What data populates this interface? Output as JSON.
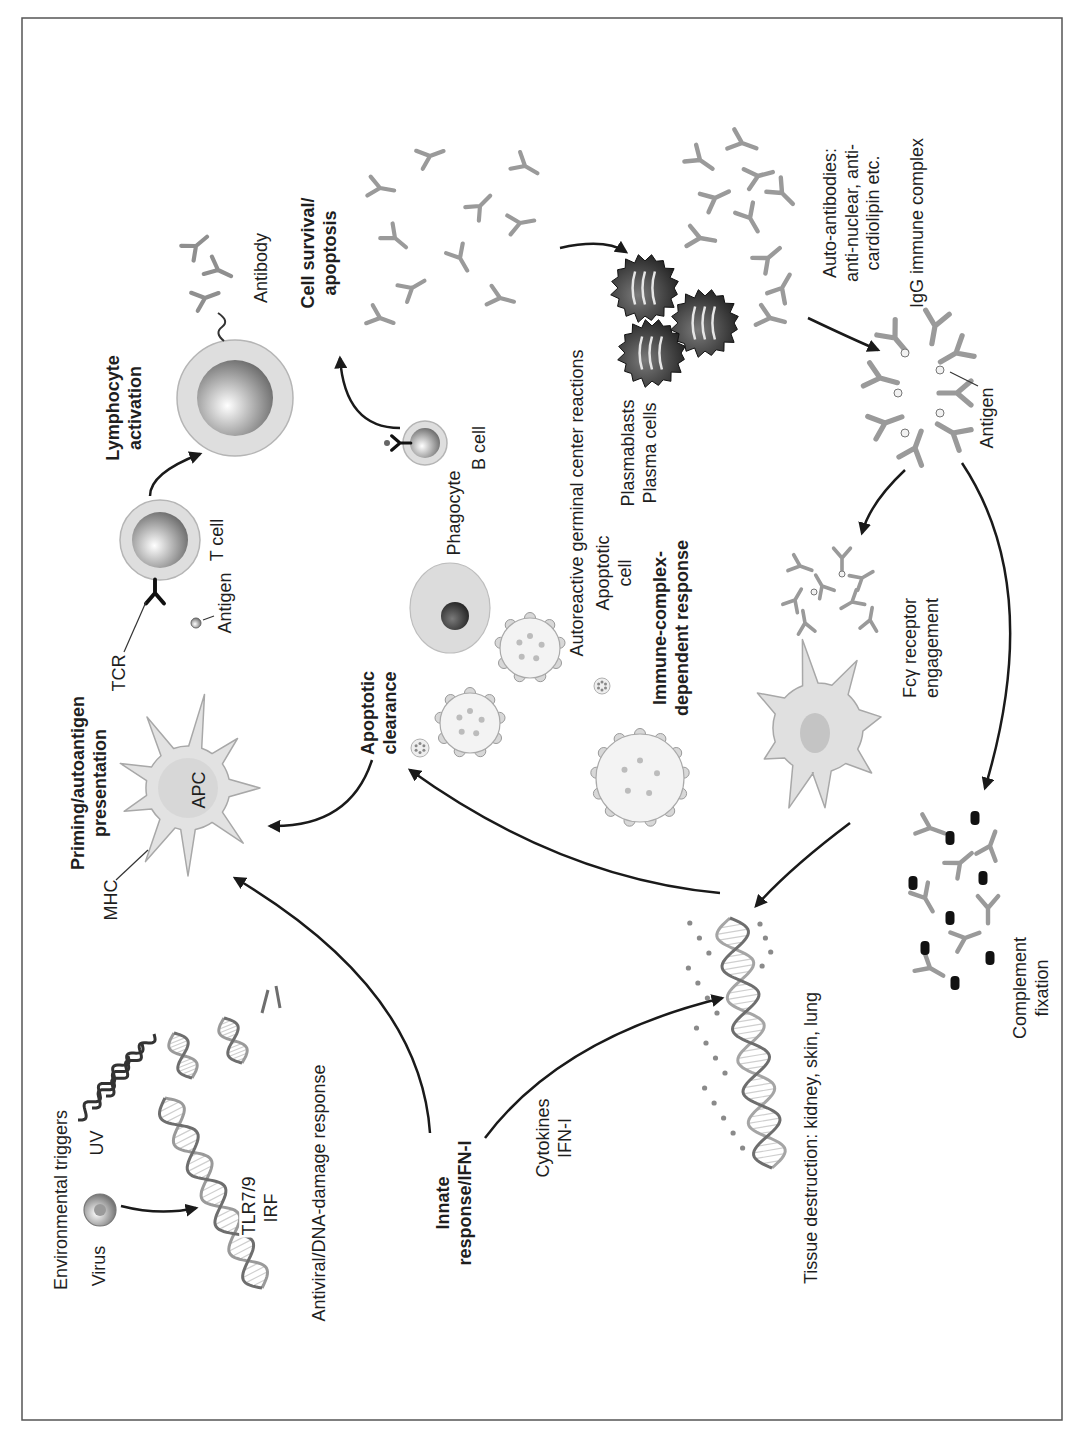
{
  "diagram": {
    "labels": [
      "Environmental triggers",
      "Virus",
      "UV",
      "TLR7/9",
      "IRF",
      "Antiviral/DNA-damage response",
      "Innate response/IFN-I",
      "Cytokines IFN-I",
      "MHC",
      "APC",
      "Priming/autoantigen presentation",
      "TCR",
      "Antigen",
      "T cell",
      "Lymphocyte activation",
      "Antibody",
      "Cell survival/ apoptosis",
      "B cell",
      "Apoptotic clearance",
      "Phagocyte",
      "Apoptotic cell",
      "Autoreactive germinal center reactions",
      "Plasmablasts Plasma cells",
      "Auto-antibodies: anti-nuclear, anti-cardiolipin etc.",
      "IgG immune complex",
      "Antigen",
      "Immune-complex- dependent response",
      "Fcγ receptor engagement",
      "Complement fixation",
      "Tissue destruction: kidney, skin, lung"
    ]
  }
}
